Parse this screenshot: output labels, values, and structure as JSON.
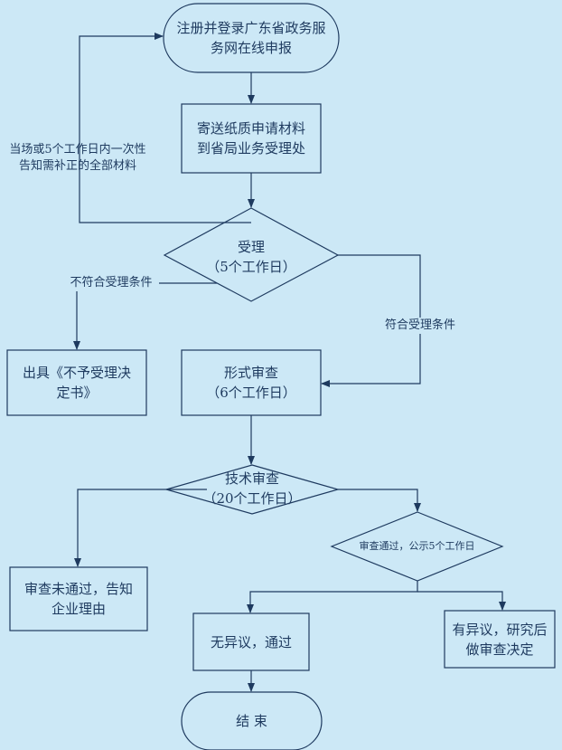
{
  "nodes": {
    "start": "注册并登录广东省政务服\n务网在线申报",
    "submit": "寄送纸质申请材料\n到省局业务受理处",
    "accept": "受理\n（5个工作日）",
    "reject": "出具《不予受理决\n定书》",
    "formal": "形式审查\n（6个工作日）",
    "technical": "技术审查\n（20个工作日）",
    "fail": "审查未通过，告知\n企业理由",
    "publicity": "审查通过，公示5个工作日",
    "no_objection": "无异议，通过",
    "objection": "有异议，研究后\n做审查决定",
    "end": "结  束"
  },
  "labels": {
    "resubmit": "当场或5个工作日内一次性\n告知需补正的全部材料",
    "not_eligible": "不符合受理条件",
    "eligible": "符合受理条件"
  },
  "colors": {
    "background": "#cce8f6",
    "stroke": "#1e3a5f",
    "fill": "#cce8f6"
  }
}
